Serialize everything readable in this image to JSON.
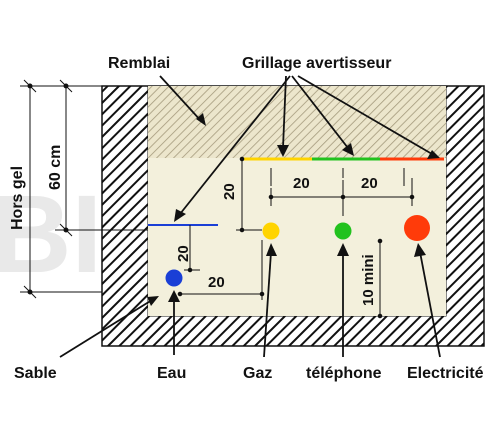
{
  "labels": {
    "remblai": "Remblai",
    "grillage": "Grillage avertisseur",
    "hors_gel": "Hors gel",
    "depth_60": "60 cm",
    "sable": "Sable",
    "eau": "Eau",
    "gaz": "Gaz",
    "telephone": "téléphone",
    "electricite": "Electricité"
  },
  "dimensions": {
    "eau_top": "20",
    "eau_side": "20",
    "gaz_top": "20",
    "gap_gaz_tel": "20",
    "gap_tel_elec": "20",
    "mini": "10 mini"
  },
  "colors": {
    "eau": "#1a3fd6",
    "gaz": "#ffd400",
    "telephone": "#22c21e",
    "electricite": "#ff3b0a",
    "sand": "#f2efd9",
    "backfill": "#e8e2c8"
  },
  "watermark": "BI"
}
